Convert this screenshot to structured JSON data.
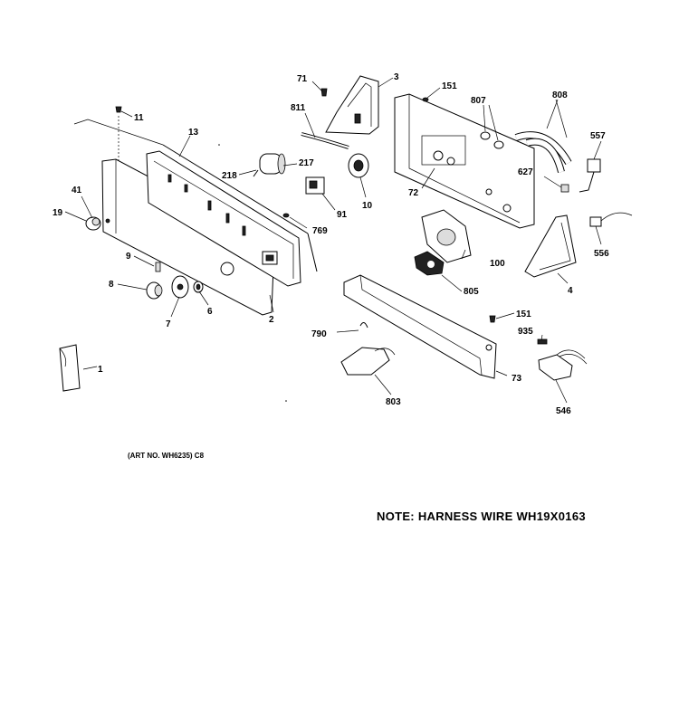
{
  "labels": {
    "p1": "1",
    "p2": "2",
    "p3": "3",
    "p4": "4",
    "p6": "6",
    "p7": "7",
    "p8": "8",
    "p9": "9",
    "p10": "10",
    "p11": "11",
    "p13": "13",
    "p19": "19",
    "p41": "41",
    "p71": "71",
    "p72": "72",
    "p73": "73",
    "p91": "91",
    "p100": "100",
    "p151a": "151",
    "p151b": "151",
    "p217": "217",
    "p218": "218",
    "p546": "546",
    "p556": "556",
    "p557": "557",
    "p627": "627",
    "p769": "769",
    "p790": "790",
    "p803": "803",
    "p805": "805",
    "p807": "807",
    "p808": "808",
    "p811": "811",
    "p935": "935"
  },
  "note": "NOTE: HARNESS WIRE WH19X0163",
  "art_no": "(ART NO. WH6235) C8"
}
